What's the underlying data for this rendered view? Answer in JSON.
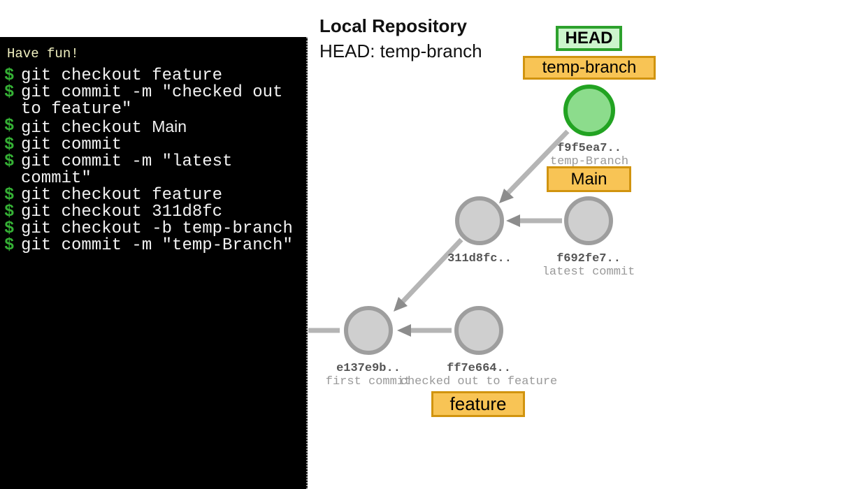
{
  "header": {
    "title": "Local Repository",
    "subtitle": "HEAD: temp-branch"
  },
  "terminal": {
    "intro": "Have fun!",
    "prompt": "$",
    "commands": [
      {
        "text": "git checkout feature"
      },
      {
        "text": "git commit -m \"checked out to feature\""
      },
      {
        "pre": "git checkout ",
        "branch": "Main"
      },
      {
        "text": "git commit"
      },
      {
        "text": "git commit -m \"latest commit\""
      },
      {
        "text": "git checkout feature"
      },
      {
        "text": "git checkout 311d8fc"
      },
      {
        "text": "git checkout -b temp-branch"
      },
      {
        "text": "git commit -m \"temp-Branch\""
      }
    ]
  },
  "graph": {
    "head": {
      "label": "HEAD"
    },
    "branches": {
      "temp_branch": "temp-branch",
      "main": "Main",
      "feature": "feature"
    },
    "commits": {
      "c_f9f5ea7": {
        "hash": "f9f5ea7..",
        "message": "temp-Branch"
      },
      "c_311d8fc": {
        "hash": "311d8fc..",
        "message": ""
      },
      "c_f692fe7": {
        "hash": "f692fe7..",
        "message": "latest commit"
      },
      "c_e137e9b": {
        "hash": "e137e9b..",
        "message": "first commit"
      },
      "c_ff7e664": {
        "hash": "ff7e664..",
        "message": "checked out to feature"
      }
    },
    "colors": {
      "head_fill": "#ccf5cc",
      "head_border": "#2da12d",
      "branch_fill": "#f8c455",
      "branch_border": "#d1940f",
      "current_commit_fill": "#8cdc8c",
      "current_commit_border": "#22a322",
      "commit_fill": "#cfcfcf",
      "commit_border": "#9e9e9e",
      "arrow": "#b5b5b5",
      "arrowhead": "#8c8c8c",
      "terminal_background": "#000000",
      "terminal_prompt": "#35b135",
      "terminal_intro": "#f0f0c0",
      "terminal_text": "#f2f2f2"
    }
  }
}
